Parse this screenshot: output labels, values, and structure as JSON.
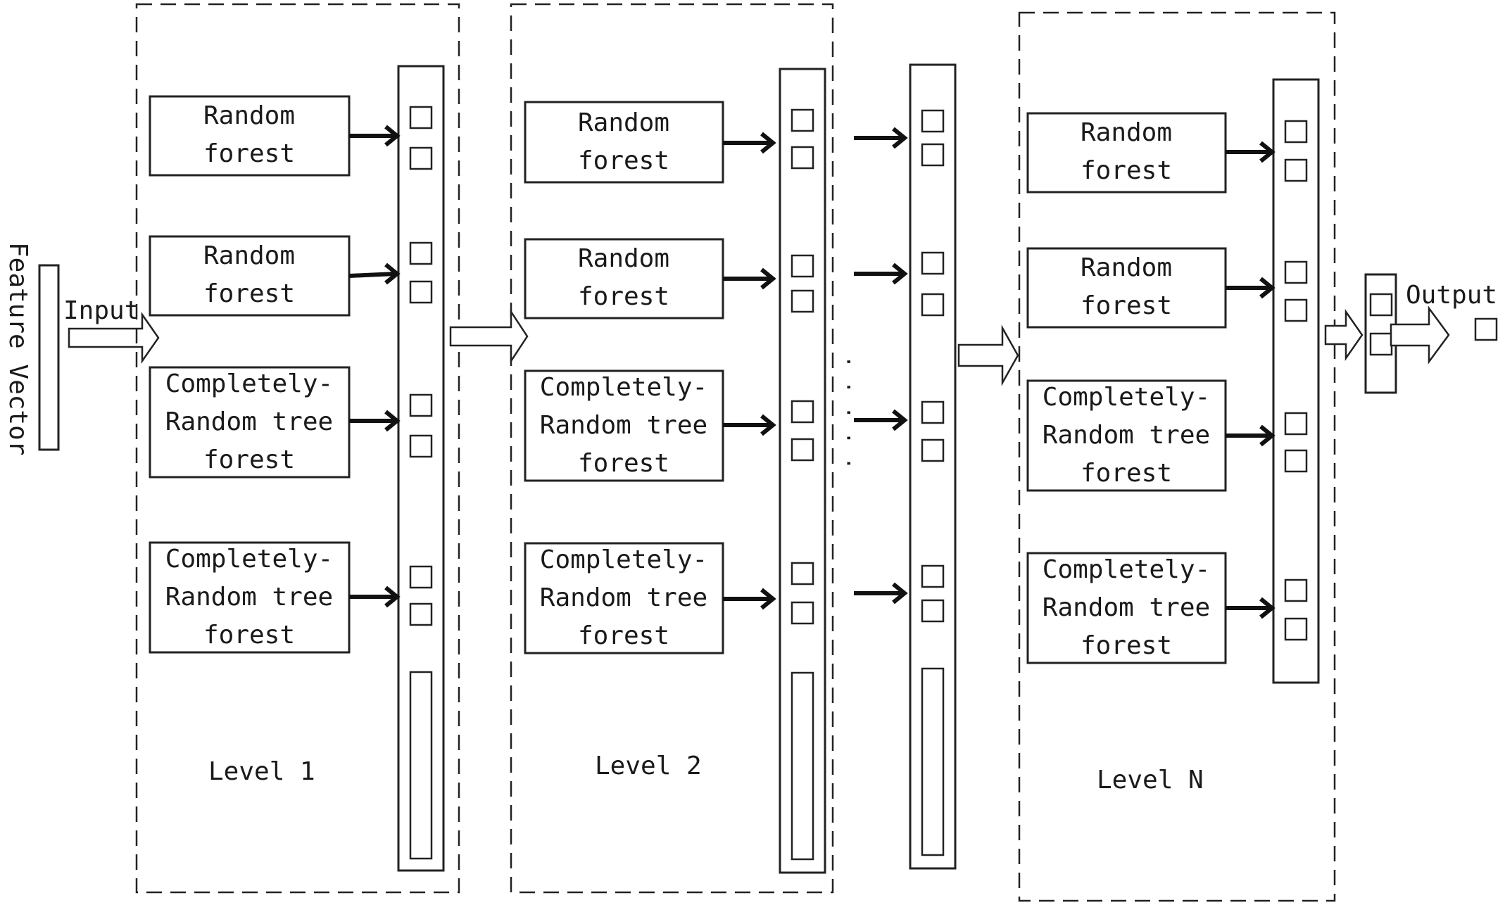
{
  "feature_vector_label": "Feature Vector",
  "input_label": "Input",
  "output_label": "Output",
  "ellipsis": "· · · · ·",
  "levels": [
    {
      "label": "Level 1",
      "forests": [
        [
          "Random",
          "forest"
        ],
        [
          "Random",
          "forest"
        ],
        [
          "Completely-",
          "Random tree",
          "forest"
        ],
        [
          "Completely-",
          "Random tree",
          "forest"
        ]
      ]
    },
    {
      "label": "Level 2",
      "forests": [
        [
          "Random",
          "forest"
        ],
        [
          "Random",
          "forest"
        ],
        [
          "Completely-",
          "Random tree",
          "forest"
        ],
        [
          "Completely-",
          "Random tree",
          "forest"
        ]
      ]
    },
    {
      "label": "Level N",
      "forests": [
        [
          "Random",
          "forest"
        ],
        [
          "Random",
          "forest"
        ],
        [
          "Completely-",
          "Random tree",
          "forest"
        ],
        [
          "Completely-",
          "Random tree",
          "forest"
        ]
      ]
    }
  ]
}
